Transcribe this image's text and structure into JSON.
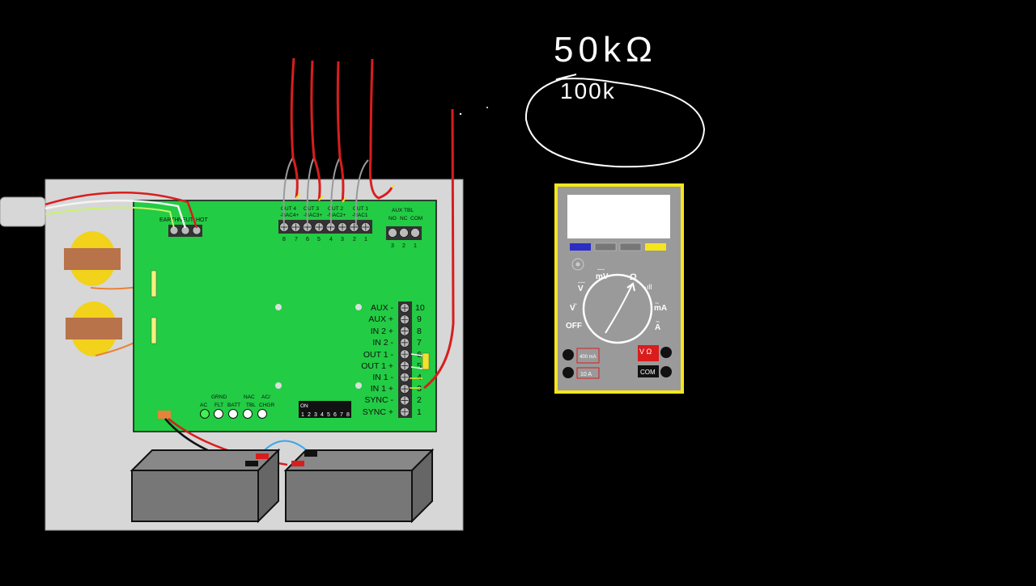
{
  "annotation": {
    "resistance": "50kΩ",
    "circled": "100k"
  },
  "panel": {
    "ac_terminals": [
      "EARTH",
      "NEUT",
      "HOT"
    ],
    "nac_headers": [
      {
        "top": "OUT 4",
        "bottom": "-NAC4+"
      },
      {
        "top": "OUT 3",
        "bottom": "-NAC3+"
      },
      {
        "top": "OUT 2",
        "bottom": "-NAC2+"
      },
      {
        "top": "OUT 1",
        "bottom": "-NAC1"
      }
    ],
    "nac_numbers": [
      "8",
      "7",
      "6",
      "5",
      "4",
      "3",
      "2",
      "1"
    ],
    "aux_tbl": {
      "title": "AUX TBL",
      "labels": [
        "NO",
        "NC",
        "COM"
      ],
      "numbers": [
        "3",
        "2",
        "1"
      ]
    },
    "io_terminals": [
      {
        "label": "AUX -",
        "num": "10"
      },
      {
        "label": "AUX +",
        "num": "9"
      },
      {
        "label": "IN 2 +",
        "num": "8"
      },
      {
        "label": "IN 2 -",
        "num": "7"
      },
      {
        "label": "OUT 1 -",
        "num": "6"
      },
      {
        "label": "OUT 1 +",
        "num": "5"
      },
      {
        "label": "IN 1 -",
        "num": "4"
      },
      {
        "label": "IN 1 +",
        "num": "3"
      },
      {
        "label": "SYNC -",
        "num": "2"
      },
      {
        "label": "SYNC +",
        "num": "1"
      }
    ],
    "leds": {
      "top_labels": [
        "GRND",
        "NAC",
        "AC/"
      ],
      "bottom_labels": [
        "AC",
        "FLT",
        "BATT",
        "TBL",
        "CHGR"
      ]
    },
    "dip": {
      "on_label": "ON",
      "numbers": [
        "1",
        "2",
        "3",
        "4",
        "5",
        "6",
        "7",
        "8"
      ]
    }
  },
  "multimeter": {
    "dial": [
      "mV",
      "Ω",
      "V",
      "mA",
      "OFF",
      "A"
    ],
    "ports": [
      "400 mA",
      "10 A",
      "V Ω",
      "COM"
    ]
  },
  "colors": {
    "board": "#22cc44",
    "enclosure": "#d7d7d7",
    "meter": "#f5e61c",
    "wire": "#d91d1d"
  }
}
